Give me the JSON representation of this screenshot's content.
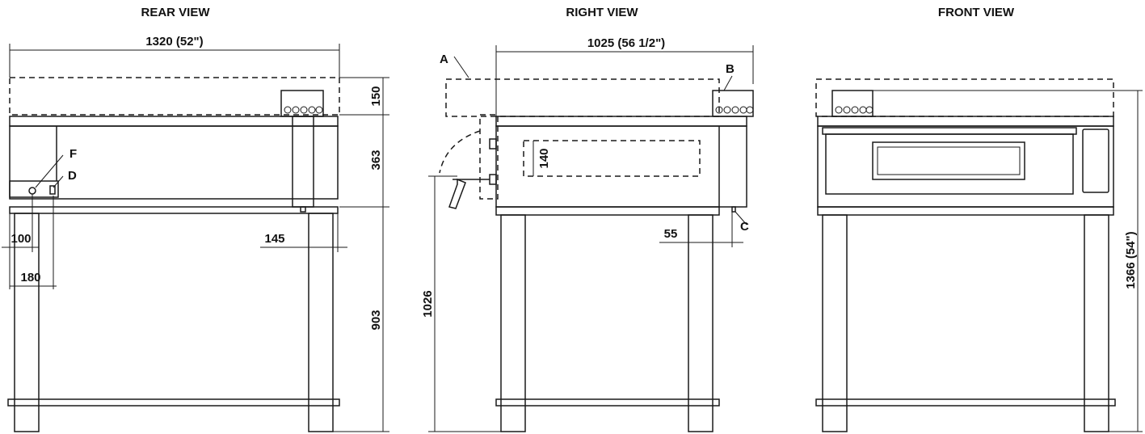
{
  "views": {
    "rear": {
      "title": "REAR VIEW"
    },
    "right": {
      "title": "RIGHT VIEW"
    },
    "front": {
      "title": "FRONT VIEW"
    }
  },
  "dimensions": {
    "rear_width": "1320 (52\")",
    "rear_hood_height": "150",
    "rear_oven_height": "363",
    "rear_stand_height": "903",
    "rear_offset_100": "100",
    "rear_offset_180": "180",
    "rear_offset_145": "145",
    "right_depth": "1025 (56 1/2\")",
    "right_window_height": "140",
    "right_offset_55": "55",
    "right_total_height": "1026",
    "front_total_height": "1366 (54\")"
  },
  "labels": {
    "A": "A",
    "B": "B",
    "C": "C",
    "D": "D",
    "F": "F"
  }
}
